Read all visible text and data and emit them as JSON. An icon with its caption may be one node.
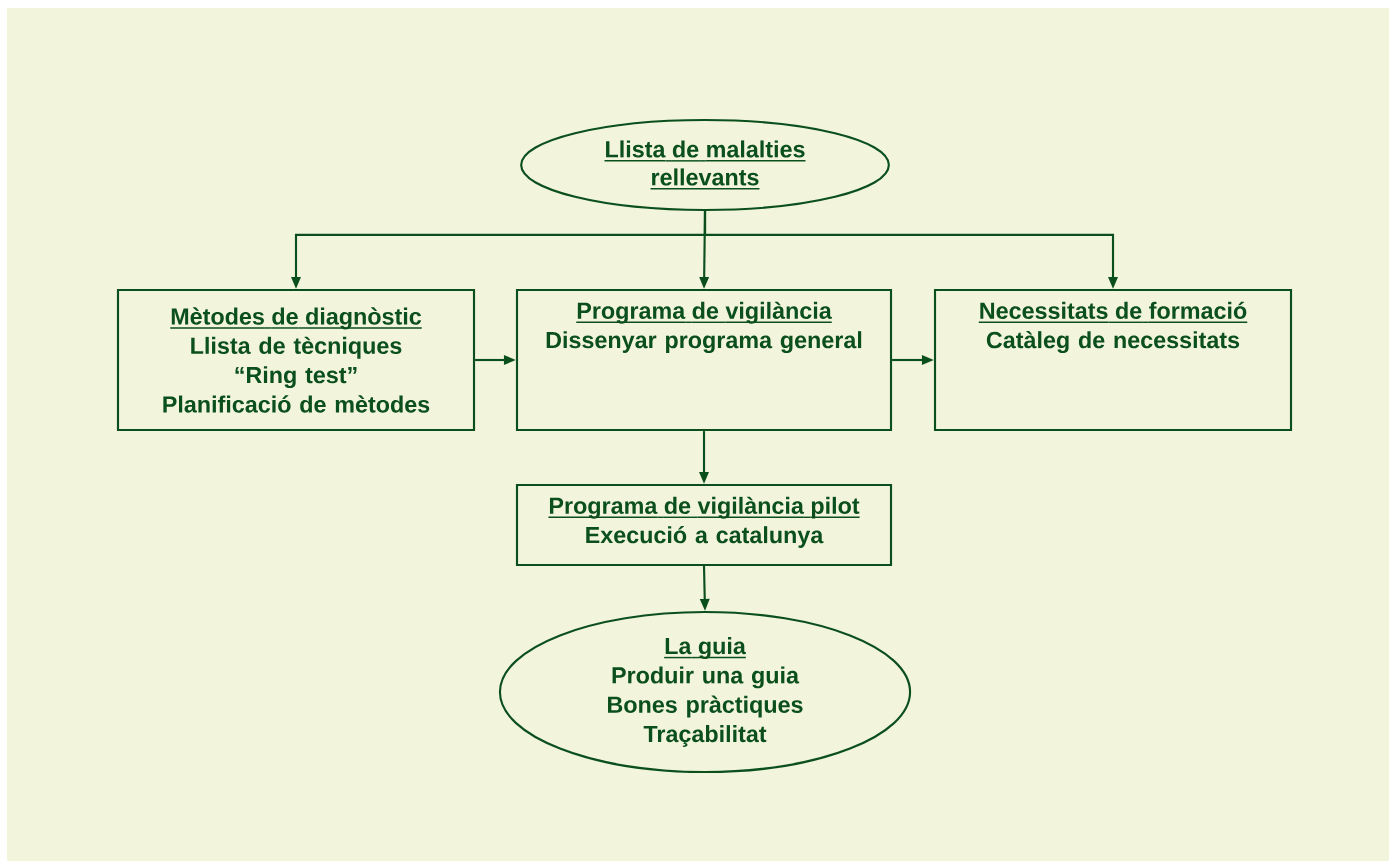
{
  "diagram": {
    "nodes": [
      {
        "text": [
          "Llista de malalties rellevants"
        ]
      },
      {
        "text": [
          "Mètodes de diagnòstic",
          "Llista de tècniques",
          "“Ring test”",
          "Planificació de mètodes"
        ]
      },
      {
        "text": [
          "Programa de vigilància",
          "Dissenyar programa general"
        ]
      },
      {
        "text": [
          "Necessitats de formació",
          "Catàleg de necessitats"
        ]
      },
      {
        "text": [
          "Programa de vigilància pilot",
          "Execució a catalunya"
        ]
      },
      {
        "text": [
          "La guia",
          "Produir una guia",
          "Bones pràctiques",
          "Traçabilitat"
        ]
      }
    ],
    "edges": [
      {
        "from": 0,
        "to": 1,
        "arrow": "to"
      },
      {
        "from": 0,
        "to": 2,
        "arrow": "to"
      },
      {
        "from": 0,
        "to": 3,
        "arrow": "to"
      },
      {
        "from": 1,
        "to": 2,
        "arrow": "to"
      },
      {
        "from": 2,
        "to": 3,
        "arrow": "to"
      },
      {
        "from": 2,
        "to": 4,
        "arrow": "to"
      },
      {
        "from": 4,
        "to": 5,
        "arrow": "to"
      }
    ]
  }
}
